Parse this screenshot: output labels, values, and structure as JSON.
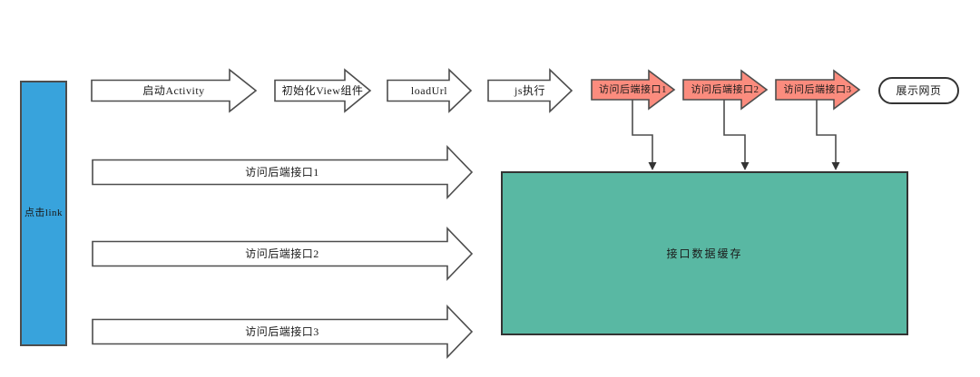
{
  "colors": {
    "blue": "#38a3dc",
    "teal": "#59b8a3",
    "salmon": "#fb8c7e",
    "stroke": "#4d4d4d",
    "text": "#1a1a1a"
  },
  "start_node": {
    "label": "点击link"
  },
  "top_flow": {
    "steps": [
      {
        "label": "启动Activity"
      },
      {
        "label": "初始化View组件"
      },
      {
        "label": "loadUrl"
      },
      {
        "label": "js执行"
      },
      {
        "label": "访问后端接口1"
      },
      {
        "label": "访问后端接口2"
      },
      {
        "label": "访问后端接口3"
      }
    ],
    "terminal": {
      "label": "展示网页"
    }
  },
  "backend_calls": [
    {
      "label": "访问后端接口1"
    },
    {
      "label": "访问后端接口2"
    },
    {
      "label": "访问后端接口3"
    }
  ],
  "cache_box": {
    "label": "接口数据缓存"
  }
}
